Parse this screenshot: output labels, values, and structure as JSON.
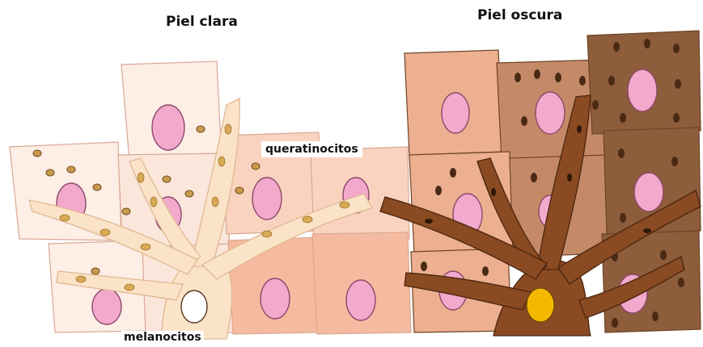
{
  "labels": {
    "light_skin": "Piel clara",
    "dark_skin": "Piel oscura",
    "keratinocytes": "queratinocitos",
    "melanocytes": "melanocitos"
  },
  "colors": {
    "light_cell_pale": "#fdeee6",
    "light_cell_peach": "#f9d3bf",
    "light_cell_salmon": "#f5bba0",
    "dark_cell_light": "#ecb090",
    "dark_cell_mid": "#c48a68",
    "dark_cell_dark": "#8d5d3c",
    "nucleus": "#f3a9cc",
    "melanosome_light": "#c89a4c",
    "melanosome_dark": "#4a2a14",
    "melanocyte_light": "#fbe3c8",
    "melanocyte_dark": "#8a4a22",
    "melanocyte_nucleus_dark": "#f5b800"
  }
}
